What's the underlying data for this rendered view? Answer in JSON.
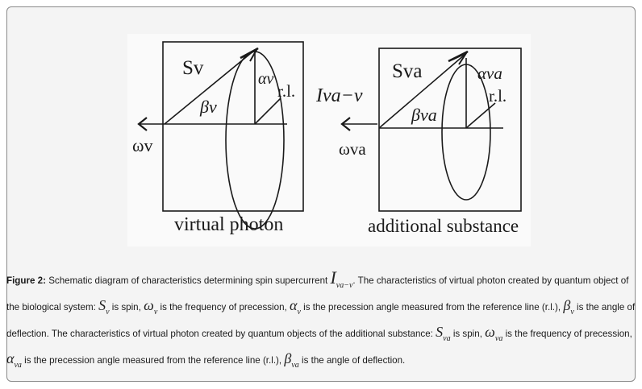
{
  "diagram": {
    "left_panel": {
      "spin_label": "Sv",
      "alpha_label": "αv",
      "rl_label": "r.l.",
      "beta_label": "βv",
      "omega_label": "ωv",
      "caption": "virtual photon"
    },
    "current_label": "Iva−v",
    "right_panel": {
      "spin_label": "Sva",
      "alpha_label": "αva",
      "rl_label": "r.l.",
      "beta_label": "βva",
      "omega_label": "ωva",
      "caption": "additional substance"
    }
  },
  "caption": {
    "lead": "Figure 2:",
    "t1": "Schematic diagram of characteristics determining spin supercurrent",
    "I": "I",
    "I_sub": "va−v",
    "t2": ". The characteristics of virtual photon created by quantum object of the biological system:",
    "S1": "S",
    "S1_sub": "v",
    "t3": "is spin,",
    "w1": "ω",
    "w1_sub": "v",
    "t4": "is the frequency of precession,",
    "a1": "α",
    "a1_sub": "v",
    "t5": "is the precession angle measured from the reference line (r.l.),",
    "b1": "β",
    "b1_sub": "v",
    "t6": "is the angle of deflection. The characteristics of virtual photon created by quantum objects of the additional substance:",
    "S2": "S",
    "S2_sub": "va",
    "t7": "is spin,",
    "w2": "ω",
    "w2_sub": "va",
    "t8": "is the frequency of precession,",
    "a2": "α",
    "a2_sub": "va",
    "t9": "is the precession angle measured from the reference line (r.l.),",
    "b2": "β",
    "b2_sub": "va",
    "t10": "is the angle of deflection."
  }
}
